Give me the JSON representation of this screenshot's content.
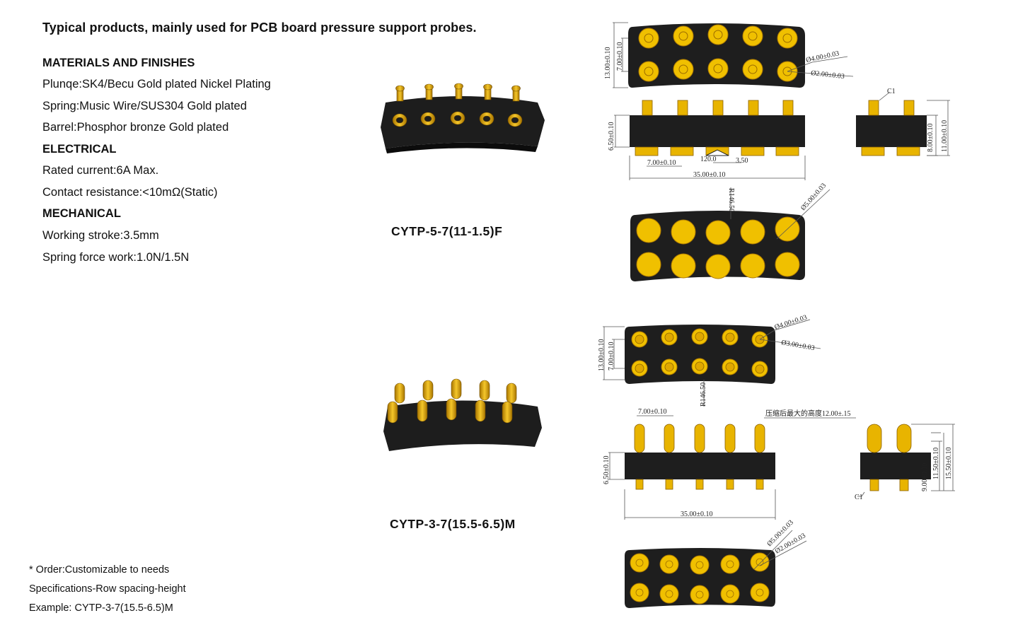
{
  "headline": "Typical products, mainly used for PCB board pressure support probes.",
  "specs": {
    "materials_heading": "MATERIALS AND FINISHES",
    "plunger": "Plunqe:SK4/Becu Gold plated Nickel Plating",
    "spring": "Spring:Music Wire/SUS304 Gold plated",
    "barrel": "Barrel:Phosphor bronze Gold plated",
    "electrical_heading": "ELECTRICAL",
    "current": "Rated current:6A Max.",
    "resistance": "Contact resistance:<10mΩ(Static)",
    "mechanical_heading": "MECHANICAL",
    "stroke": "Working stroke:3.5mm",
    "force": "Spring force work:1.0N/1.5N"
  },
  "products": [
    {
      "model": "CYTP-5-7(11-1.5)F"
    },
    {
      "model": "CYTP-3-7(15.5-6.5)M"
    }
  ],
  "notes": {
    "order": "* Order:Customizable to needs",
    "spec_format": "Specifications-Row spacing-height",
    "example": "Example: CYTP-3-7(15.5-6.5)M"
  },
  "drawing1": {
    "dia_outer": "Ø4.00±0.03",
    "dia_inner": "Ø2.00±0.03",
    "height_total": "13.00±0.10",
    "row_pitch": "7.00±0.10",
    "body_h": "6.50±0.10",
    "pitch": "7.00±0.10",
    "length": "35.00±0.10",
    "angle": "120.0",
    "tip": "3.50",
    "chamfer": "C1",
    "side_h1": "8.00±0.10",
    "side_h2": "11.00±0.10",
    "radius": "R146.50",
    "dia_bottom": "Ø5.00±0.03"
  },
  "drawing2": {
    "dia_outer": "Ø4.00±0.03",
    "dia_inner": "Ø3.00±0.03",
    "height_total": "13.00±0.10",
    "row_pitch": "7.00±0.10",
    "radius": "R146.50",
    "pitch": "7.00±0.10",
    "compressed_note": "压缩后最大的高度12.00±.15",
    "body_h": "6.50±0.10",
    "length": "35.00±0.10",
    "chamfer": "C1",
    "side_h1": "9.00±0.10",
    "side_h2": "11.50±0.10",
    "side_h3": "15.50±0.10",
    "dia_bottom": "Ø5.00±0.03",
    "dia_bottom_inner": "Ø2.00±0.03"
  },
  "colors": {
    "gold": "#e8b400",
    "gold_dark": "#b07c00",
    "body": "#1b1b1b"
  }
}
